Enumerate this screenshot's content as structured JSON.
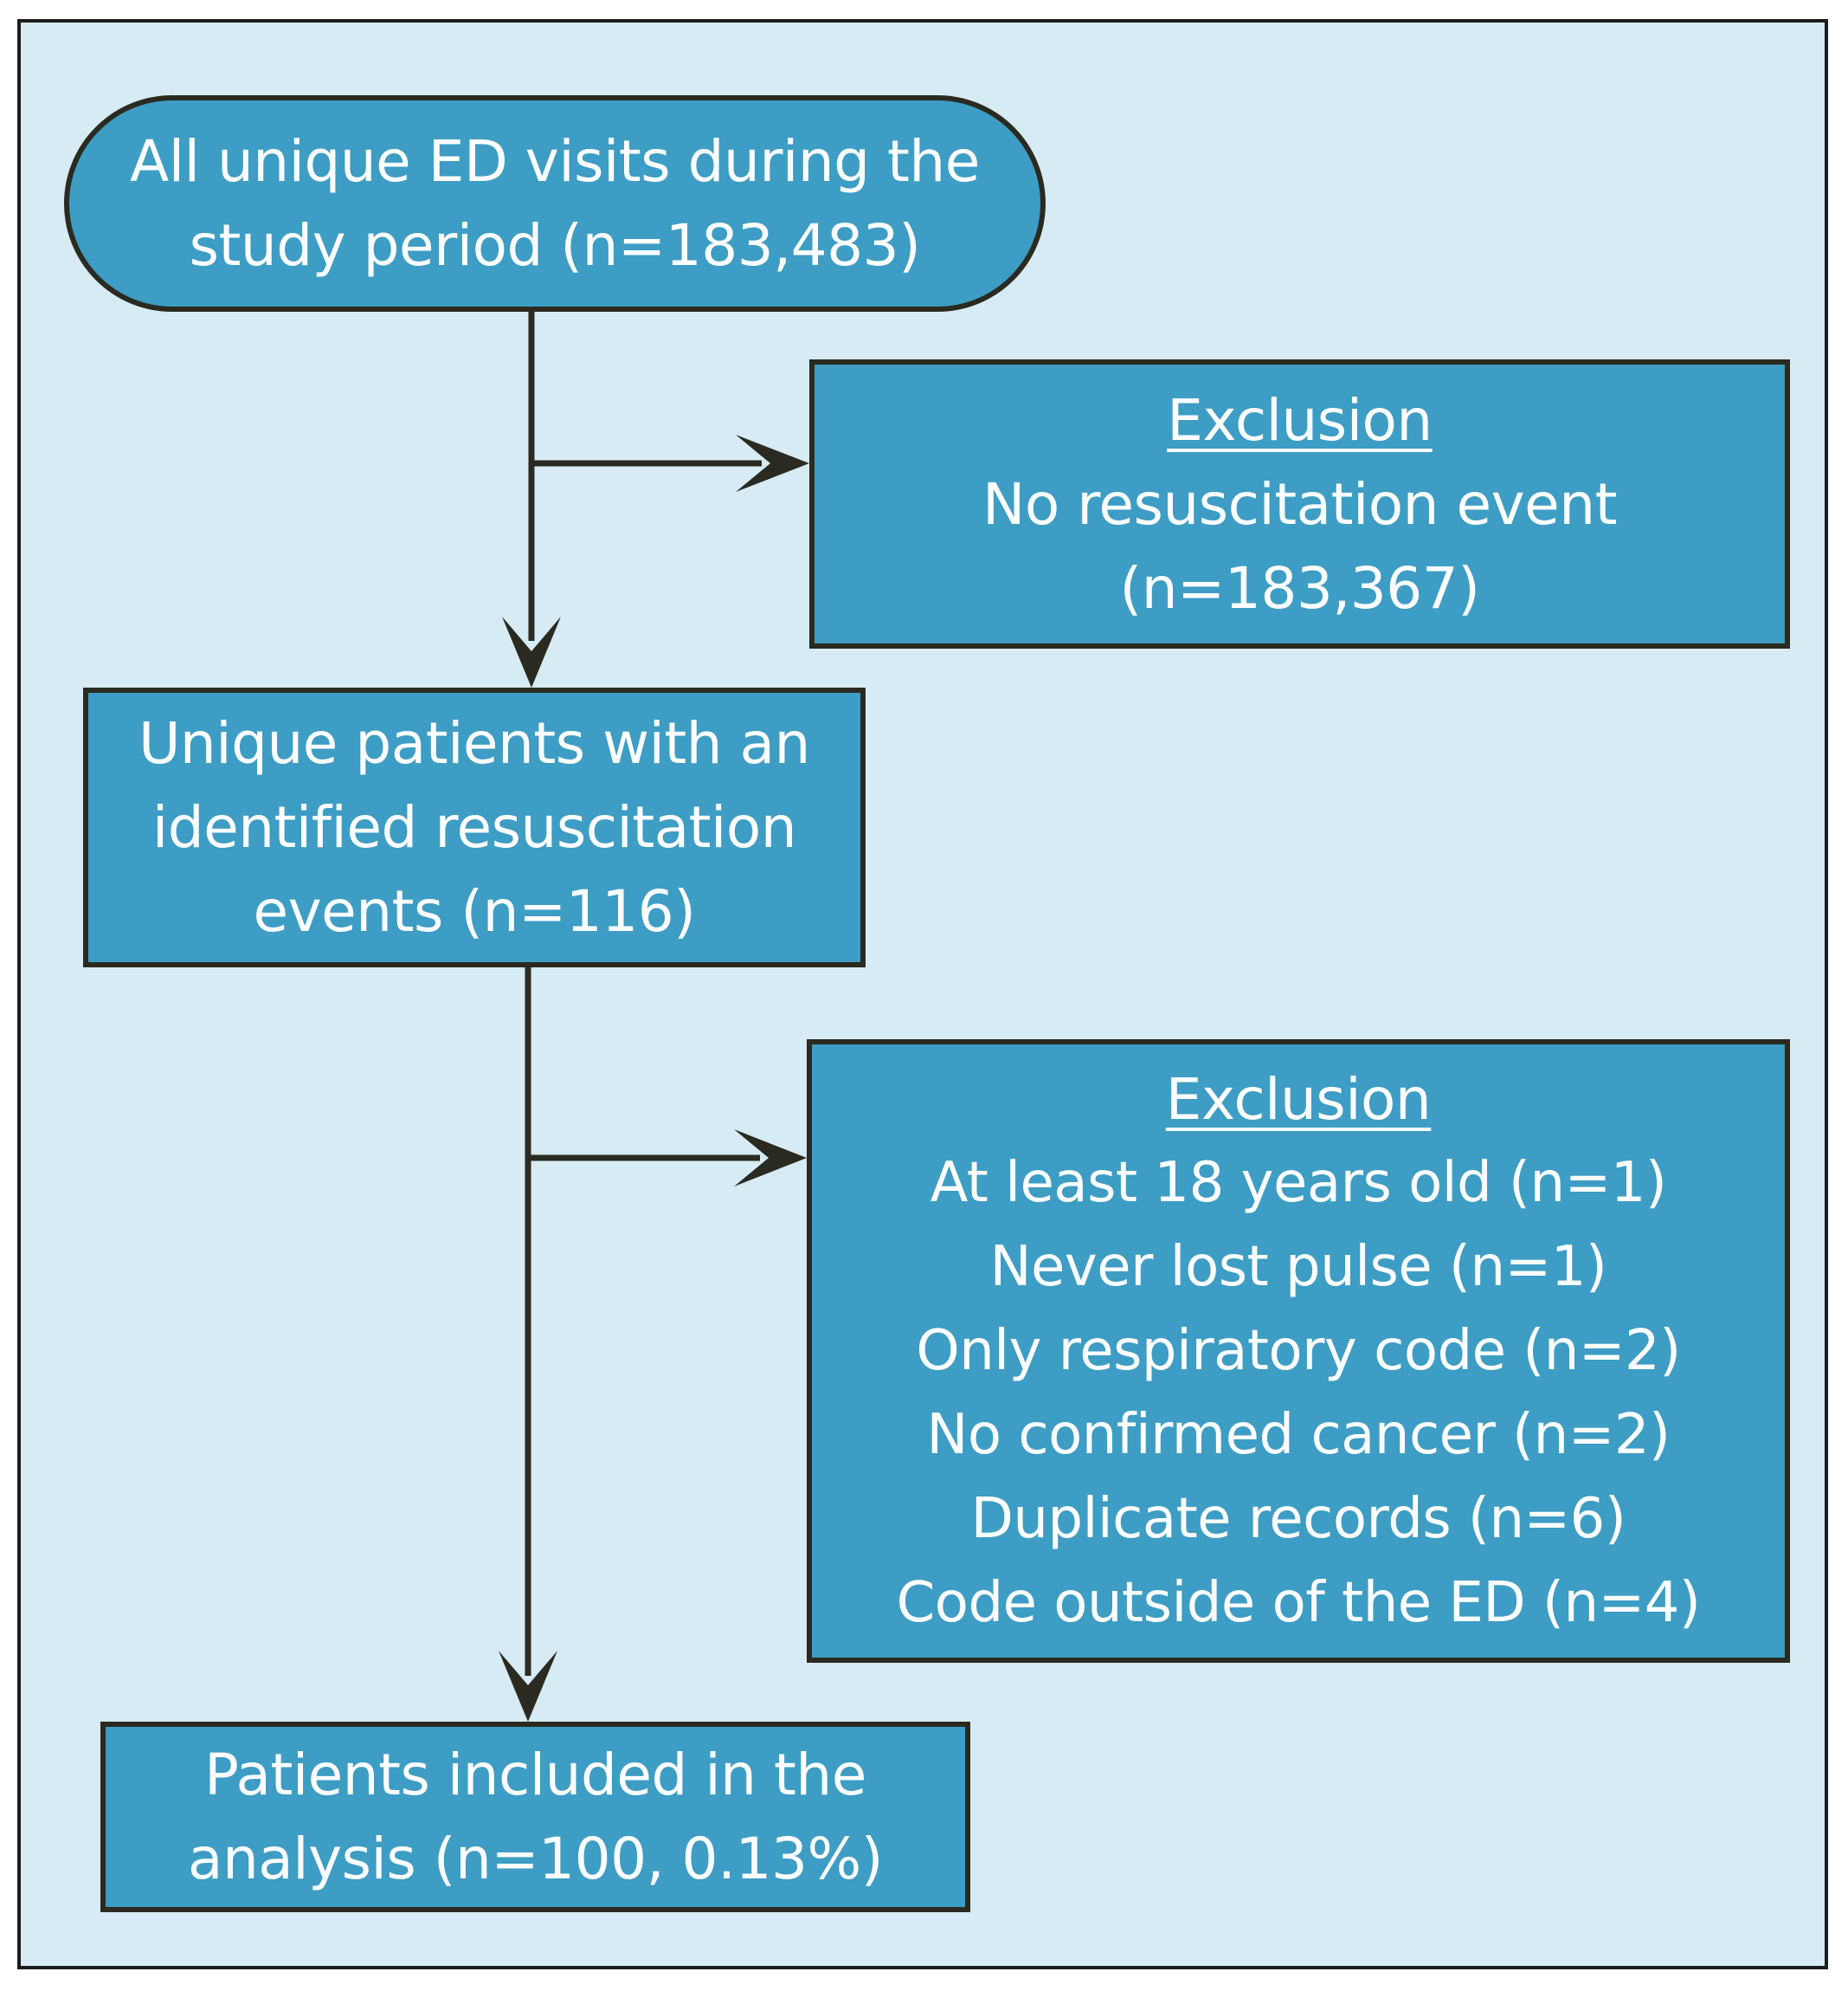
{
  "flowchart": {
    "start": {
      "lines": [
        "All unique ED visits during the",
        "study period (n=183,483)"
      ]
    },
    "exclusion_1": {
      "heading": "Exclusion",
      "lines": [
        "No resuscitation event",
        "(n=183,367)"
      ]
    },
    "unique_patients": {
      "lines": [
        "Unique patients with an",
        "identified resuscitation",
        "events (n=116)"
      ]
    },
    "exclusion_2": {
      "heading": "Exclusion",
      "lines": [
        "At least 18 years old (n=1)",
        "Never lost pulse (n=1)",
        "Only respiratory code (n=2)",
        "No confirmed cancer (n=2)",
        "Duplicate records (n=6)",
        "Code outside of the ED (n=4)"
      ]
    },
    "included": {
      "lines": [
        "Patients included in the",
        "analysis (n=100, 0.13%)"
      ]
    }
  },
  "colors": {
    "background": "#d6ebf3",
    "box_fill": "#3d9dc4",
    "box_border": "#2b2a20",
    "text": "#ffffff",
    "arrow": "#2b2a20"
  }
}
